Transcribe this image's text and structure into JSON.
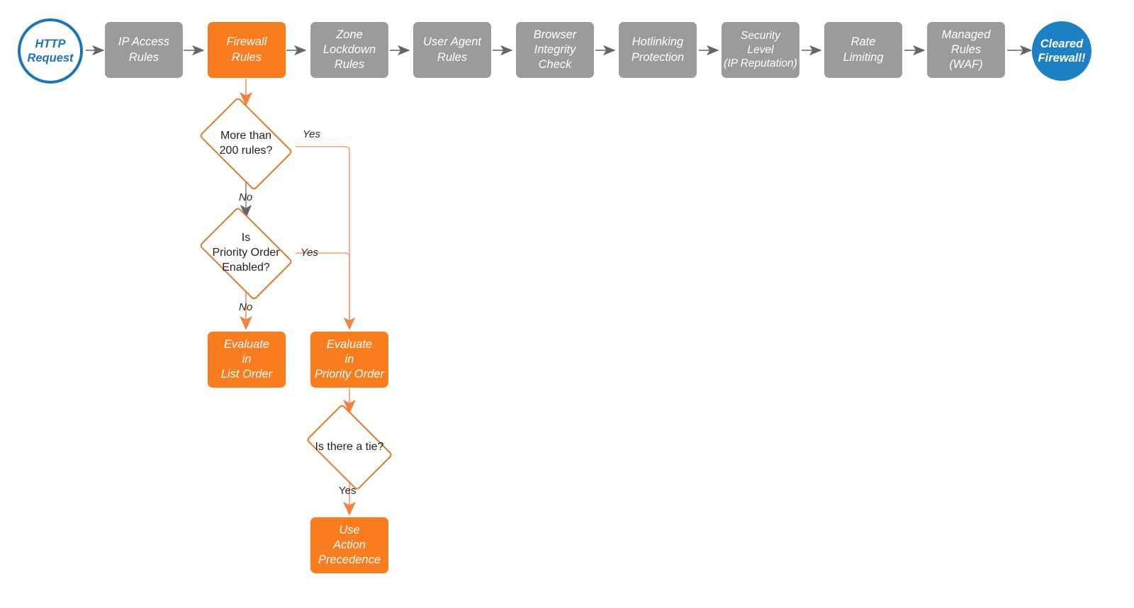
{
  "diagram": {
    "title": "Cloudflare firewall request evaluation order",
    "colors": {
      "gray_node": "#9b9b9b",
      "orange_node": "#f97d1f",
      "blue_outline": "#1b75bb",
      "blue_fill": "#1b81c4",
      "orange_stroke": "#e07b27",
      "salmon_edge": "#f9a07a",
      "gray_edge": "#63666a",
      "background": "#ffffff"
    }
  },
  "pipeline": {
    "start": {
      "label": "HTTP\nRequest",
      "shape": "circle-outline"
    },
    "steps": [
      {
        "label": "IP Access\nRules",
        "state": "default"
      },
      {
        "label": "Firewall\nRules",
        "state": "highlighted"
      },
      {
        "label": "Zone\nLockdown\nRules",
        "state": "default"
      },
      {
        "label": "User Agent\nRules",
        "state": "default"
      },
      {
        "label": "Browser\nIntegrity\nCheck",
        "state": "default"
      },
      {
        "label": "Hotlinking\nProtection",
        "state": "default"
      },
      {
        "label": "Security\nLevel\n(IP Reputation)",
        "state": "default"
      },
      {
        "label": "Rate\nLimiting",
        "state": "default"
      },
      {
        "label": "Managed\nRules\n(WAF)",
        "state": "default"
      }
    ],
    "end": {
      "label": "Cleared\nFirewall!",
      "shape": "circle-filled"
    }
  },
  "branch": {
    "decisions": [
      {
        "id": "more-than-200-rules",
        "label": "More than\n200 rules?"
      },
      {
        "id": "is-priority-order-enabled",
        "label": "Is\nPriority Order\nEnabled?"
      },
      {
        "id": "is-there-a-tie",
        "label": "Is there a tie?"
      }
    ],
    "outcomes": [
      {
        "id": "evaluate-in-list-order",
        "label": "Evaluate\nin\nList Order"
      },
      {
        "id": "evaluate-in-priority-order",
        "label": "Evaluate\nin\nPriority Order"
      },
      {
        "id": "use-action-precedence",
        "label": "Use\nAction\nPrecedence"
      }
    ],
    "edge_labels": {
      "rules_yes": "Yes",
      "rules_no": "No",
      "priority_yes": "Yes",
      "priority_no": "No",
      "tie_yes": "Yes"
    }
  }
}
